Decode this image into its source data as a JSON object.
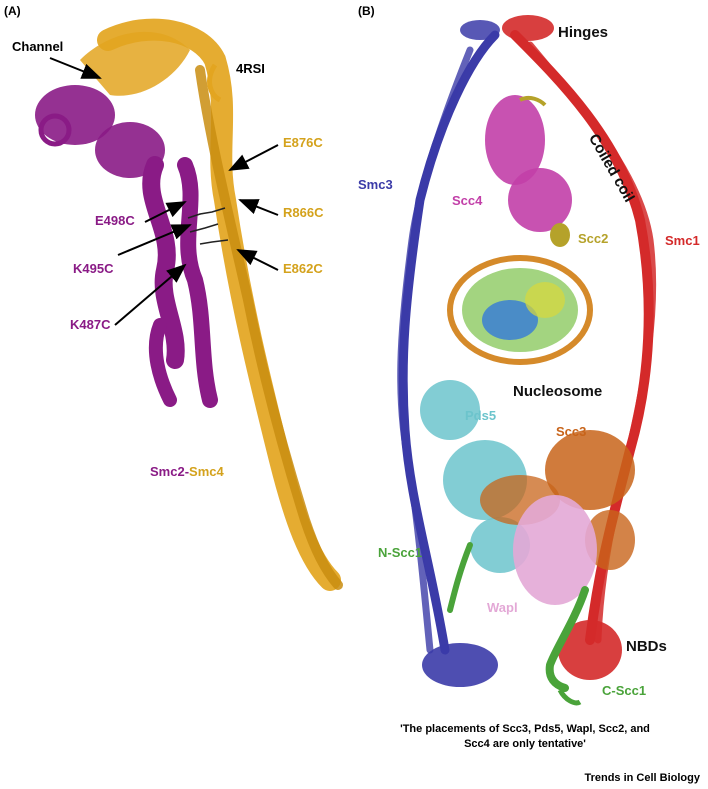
{
  "panel_a": {
    "letter": "(A)",
    "channel": "Channel",
    "pdb": "4RSI",
    "e876c": "E876C",
    "r866c": "R866C",
    "e862c": "E862C",
    "e498c": "E498C",
    "k495c": "K495C",
    "k487c": "K487C",
    "smc2": "Smc2",
    "dash": "-",
    "smc4": "Smc4"
  },
  "panel_b": {
    "letter": "(B)",
    "hinges": "Hinges",
    "coiled_coil": "Coiled coil",
    "smc3": "Smc3",
    "smc1": "Smc1",
    "scc4": "Scc4",
    "scc2": "Scc2",
    "nucleosome": "Nucleosome",
    "pds5": "Pds5",
    "scc3": "Scc3",
    "n_scc1": "N-Scc1",
    "wapl": "Wapl",
    "nbds": "NBDs",
    "c_scc1": "C-Scc1",
    "caption_line1": "'The placements of Scc3, Pds5, Wapl, Scc2, and",
    "caption_line2": "Scc4 are only tentative'"
  },
  "footer": {
    "brand": "Trends in Cell Biology"
  },
  "colors": {
    "smc4_gold": "#e3a520",
    "smc2_purple": "#8a1b86",
    "smc3_blue": "#3b3ba8",
    "smc1_red": "#d42a2a",
    "scc4_magenta": "#c23fa8",
    "scc2_olive": "#b5a22a",
    "pds5_cyan": "#6cc4cc",
    "scc3_orange": "#c8641a",
    "wapl_pink": "#e3a8d6",
    "scc1_green": "#4aa33a"
  }
}
